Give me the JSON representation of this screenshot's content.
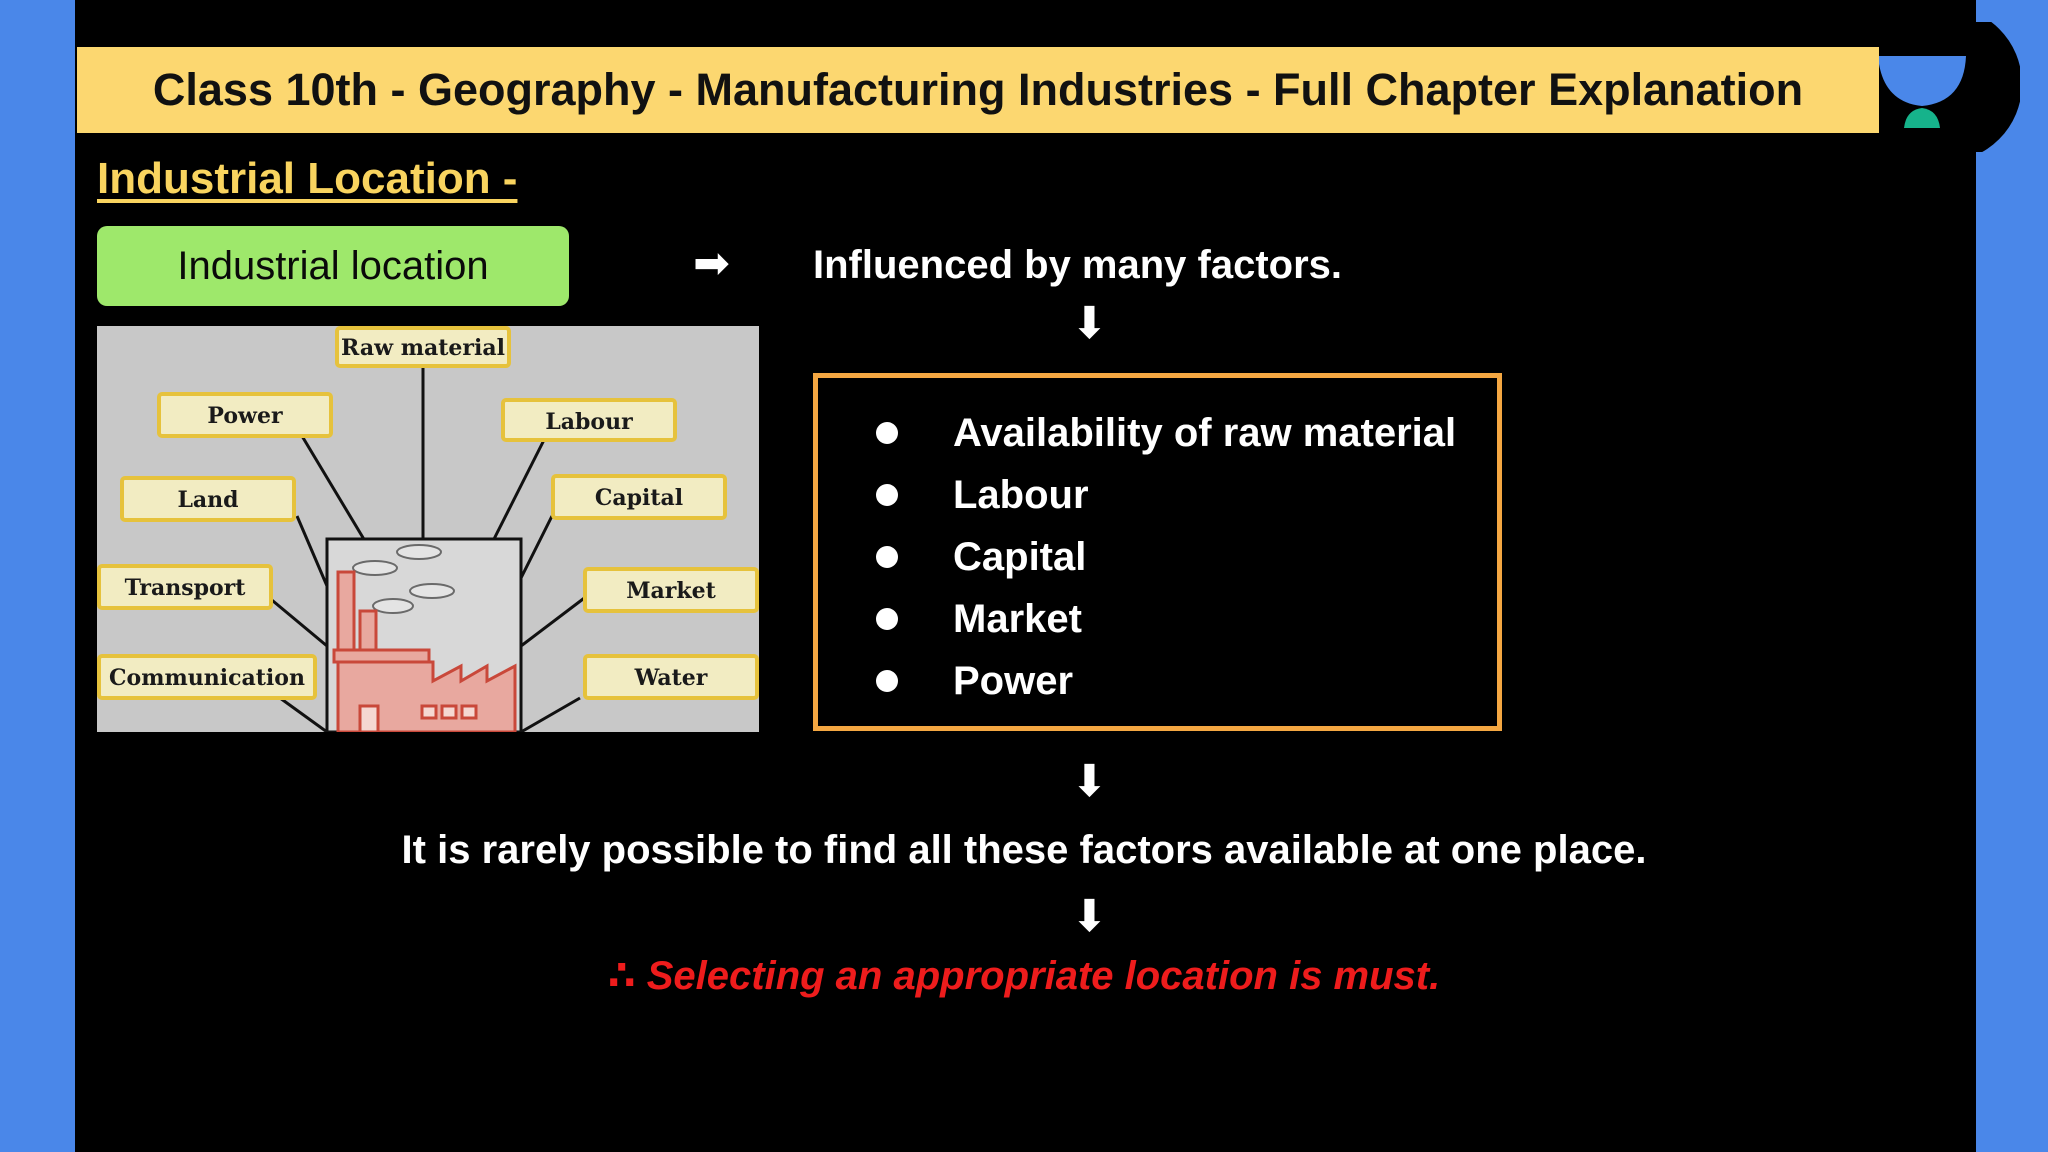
{
  "title": "Class 10th - Geography - Manufacturing Industries - Full Chapter Explanation",
  "section_heading": "Industrial Location -",
  "green_label": "Industrial location",
  "influenced_text": "Influenced by many factors.",
  "factors": [
    "Availability of raw material",
    "Labour",
    "Capital",
    "Market",
    "Power"
  ],
  "conclusion": "It is rarely possible to find all these factors available at one place.",
  "therefore_symbol": "∴",
  "must_text": "Selecting an appropriate location is must.",
  "diagram": {
    "labels": {
      "raw_material": "Raw material",
      "power": "Power",
      "labour": "Labour",
      "land": "Land",
      "capital": "Capital",
      "transport": "Transport",
      "market": "Market",
      "communication": "Communication",
      "water": "Water"
    }
  },
  "colors": {
    "title_bar": "#fcd770",
    "heading": "#f9d45f",
    "green_pill": "#9ee86b",
    "box_border": "#f4a742",
    "must_red": "#ee1c1c",
    "side_blue": "#4a87e9",
    "logo_blue": "#4a87e9",
    "logo_green": "#16b38b",
    "diagram_bg": "#c8c8c8",
    "label_fill": "#f2ecc2",
    "label_border": "#e6c23c",
    "factory_red": "#c9483a"
  },
  "icons": {
    "logo": "unacademy-logo-icon",
    "right_arrow": "right-arrow-icon",
    "down_arrow": "down-arrow-icon"
  }
}
